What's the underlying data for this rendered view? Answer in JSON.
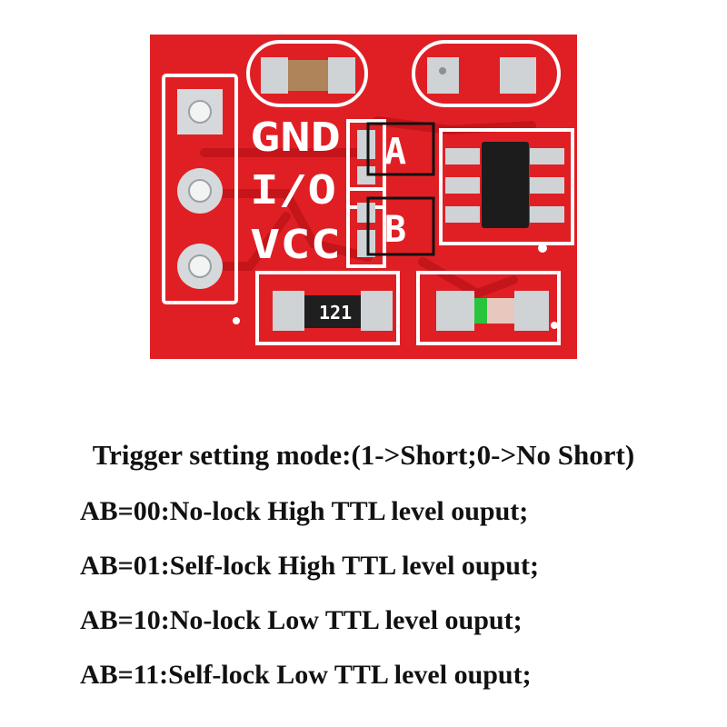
{
  "board": {
    "silkscreen": {
      "pin_gnd": "GND",
      "pin_io": "I/O",
      "pin_vcc": "VCC",
      "jumper_a": "A",
      "jumper_b": "B",
      "resistor_code": "121"
    },
    "colors": {
      "pcb": "#e01f25",
      "silk": "#ffffff",
      "pad": "#cfd3d6",
      "chip": "#1c1c1c",
      "capacitor": "#b0845a",
      "led": "#29c43e",
      "annotation_box": "#111111"
    }
  },
  "caption": {
    "title": "Trigger setting mode:(1->Short;0->No Short)",
    "modes": [
      "AB=00:No-lock High TTL level ouput;",
      "AB=01:Self-lock High TTL level ouput;",
      "AB=10:No-lock Low TTL level ouput;",
      "AB=11:Self-lock Low TTL level ouput;"
    ]
  }
}
